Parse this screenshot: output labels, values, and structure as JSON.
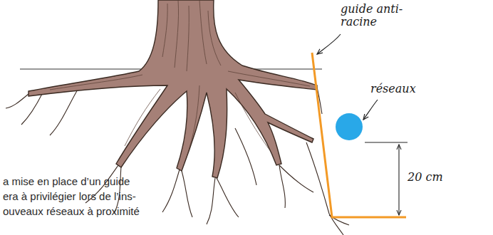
{
  "diagram": {
    "labels": [
      "guide anti- racine",
      "réseaux",
      "20 cm",
      "a mise en place d’un guide",
      "era à privilégier lors de l’ins-",
      "ouveaux réseaux à proximité"
    ]
  }
}
